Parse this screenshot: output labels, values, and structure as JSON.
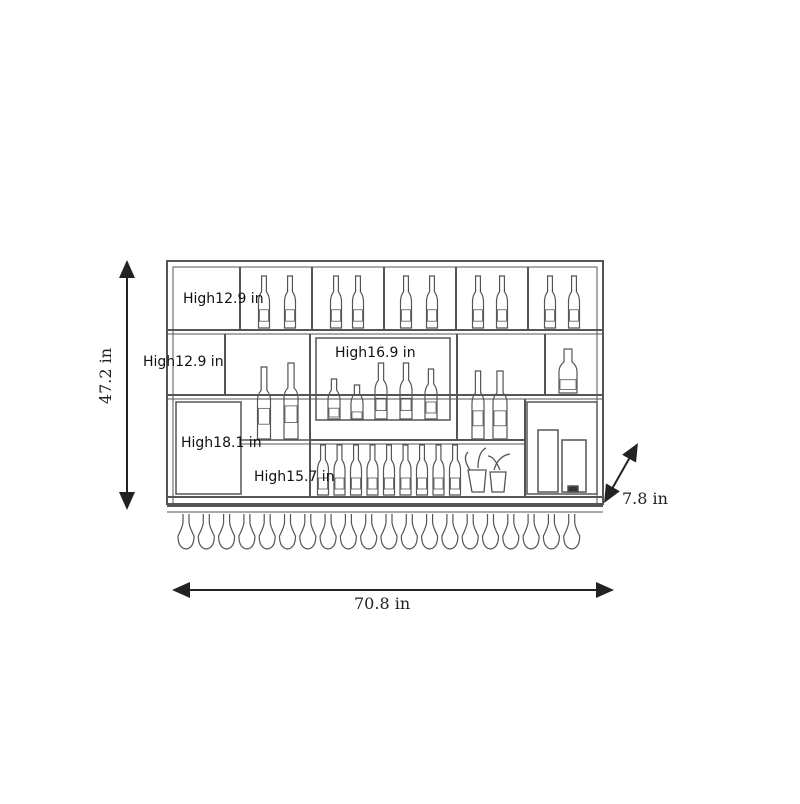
{
  "diagram": {
    "dimensions": {
      "height": "47.2 in",
      "width": "70.8 in",
      "depth": "7.8 in"
    },
    "shelf_labels": [
      "High12.9 in",
      "High12.9 in",
      "High16.9 in",
      "High18.1 in",
      "High15.7 in"
    ],
    "colors": {
      "line": "#555555",
      "text": "#111111",
      "background": "#ffffff"
    }
  }
}
